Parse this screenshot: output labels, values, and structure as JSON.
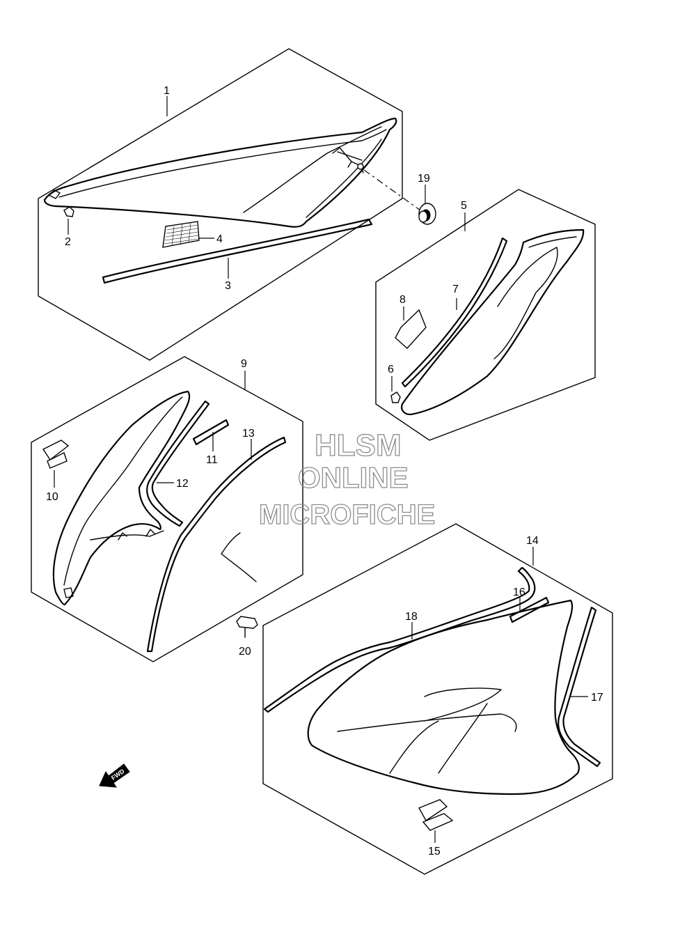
{
  "watermark": {
    "line1": "HLSM",
    "line2": "ONLINE",
    "line3": "MICROFICHE"
  },
  "fwd_label": "FWD",
  "callouts": {
    "c1": "1",
    "c2": "2",
    "c3": "3",
    "c4": "4",
    "c5": "5",
    "c6": "6",
    "c7": "7",
    "c8": "8",
    "c9": "9",
    "c10": "10",
    "c11": "11",
    "c12": "12",
    "c13": "13",
    "c14": "14",
    "c15": "15",
    "c16": "16",
    "c17": "17",
    "c18": "18",
    "c19": "19",
    "c20": "20"
  }
}
